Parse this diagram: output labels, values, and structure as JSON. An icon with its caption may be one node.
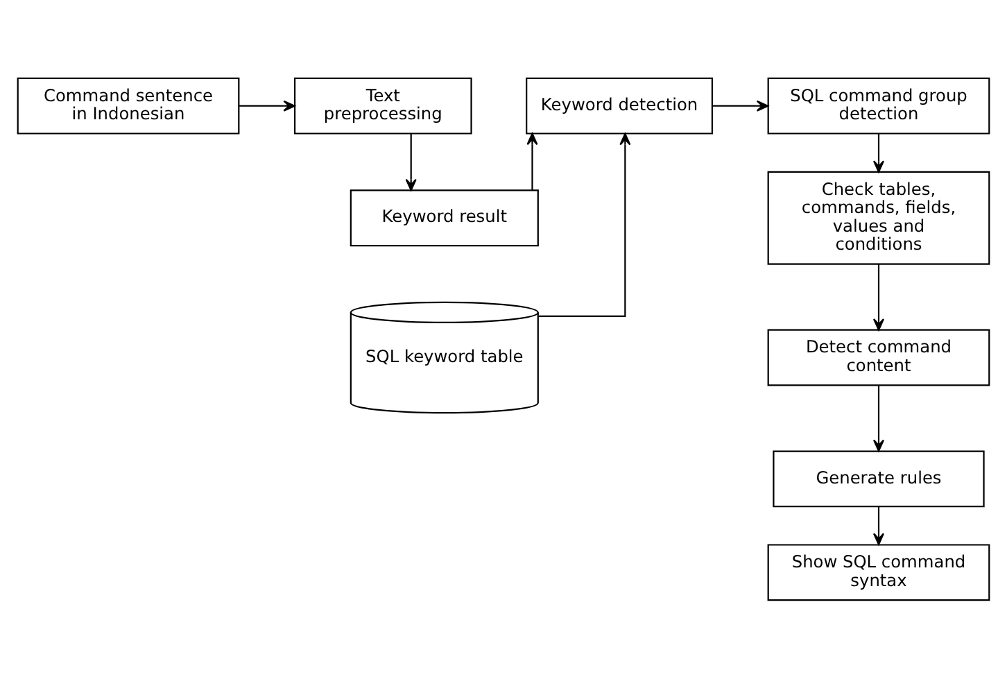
{
  "diagram": {
    "nodes": [
      {
        "text": [
          "Command sentence in Indonesian"
        ]
      },
      {
        "text": [
          "Text preprocessing"
        ]
      },
      {
        "text": [
          "Keyword detection"
        ]
      },
      {
        "text": [
          "SQL command group detection"
        ]
      },
      {
        "text": [
          "Keyword result"
        ]
      },
      {
        "text": [
          "SQL keyword table"
        ]
      },
      {
        "text": [
          "Check tables, commands, fields, values and conditions"
        ]
      },
      {
        "text": [
          "Detect command content"
        ]
      },
      {
        "text": [
          "Generate rules"
        ]
      },
      {
        "text": [
          "Show SQL command syntax"
        ]
      }
    ],
    "edges": [
      {
        "from": 0,
        "to": 1,
        "arrow": "to"
      },
      {
        "from": 1,
        "to": 4,
        "arrow": "to"
      },
      {
        "from": 4,
        "to": 2,
        "arrow": "to"
      },
      {
        "from": 5,
        "to": 2,
        "arrow": "to"
      },
      {
        "from": 2,
        "to": 3,
        "arrow": "to"
      },
      {
        "from": 3,
        "to": 6,
        "arrow": "to"
      },
      {
        "from": 6,
        "to": 7,
        "arrow": "to"
      },
      {
        "from": 7,
        "to": 8,
        "arrow": "to"
      },
      {
        "from": 8,
        "to": 9,
        "arrow": "to"
      }
    ]
  }
}
